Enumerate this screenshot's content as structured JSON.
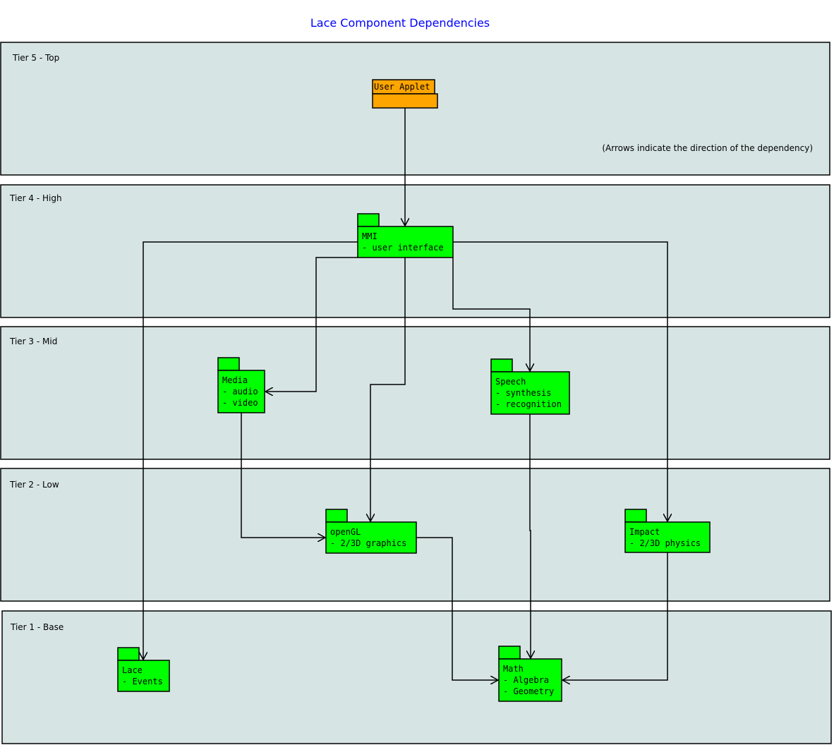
{
  "title": "Lace Component Dependencies",
  "note": "(Arrows indicate the direction of the dependency)",
  "colors": {
    "tier_bg": "#d7e4e4",
    "component": "#00ff00",
    "applet": "#ffa500",
    "title": "#0000ff"
  },
  "tiers": [
    {
      "id": "t5",
      "label": "Tier 5 - Top"
    },
    {
      "id": "t4",
      "label": "Tier 4 - High"
    },
    {
      "id": "t3",
      "label": "Tier 3 - Mid"
    },
    {
      "id": "t2",
      "label": "Tier 2 - Low"
    },
    {
      "id": "t1",
      "label": "Tier 1 - Base"
    }
  ],
  "nodes": [
    {
      "id": "applet",
      "lines": [
        "User Applet"
      ],
      "color": "#ffa500"
    },
    {
      "id": "mmi",
      "lines": [
        "MMI",
        "- user interface"
      ],
      "color": "#00ff00"
    },
    {
      "id": "media",
      "lines": [
        "Media",
        "- audio",
        "- video"
      ],
      "color": "#00ff00"
    },
    {
      "id": "speech",
      "lines": [
        "Speech",
        "- synthesis",
        "- recognition"
      ],
      "color": "#00ff00"
    },
    {
      "id": "opengl",
      "lines": [
        "openGL",
        "- 2/3D graphics"
      ],
      "color": "#00ff00"
    },
    {
      "id": "impact",
      "lines": [
        "Impact",
        "- 2/3D physics"
      ],
      "color": "#00ff00"
    },
    {
      "id": "lace",
      "lines": [
        "Lace",
        "- Events"
      ],
      "color": "#00ff00"
    },
    {
      "id": "math",
      "lines": [
        "Math",
        "- Algebra",
        "- Geometry"
      ],
      "color": "#00ff00"
    }
  ],
  "edges": [
    {
      "from": "applet",
      "to": "mmi"
    },
    {
      "from": "mmi",
      "to": "lace"
    },
    {
      "from": "mmi",
      "to": "media"
    },
    {
      "from": "mmi",
      "to": "opengl"
    },
    {
      "from": "mmi",
      "to": "speech"
    },
    {
      "from": "mmi",
      "to": "impact"
    },
    {
      "from": "media",
      "to": "opengl"
    },
    {
      "from": "speech",
      "to": "math"
    },
    {
      "from": "opengl",
      "to": "math"
    },
    {
      "from": "impact",
      "to": "math"
    }
  ]
}
